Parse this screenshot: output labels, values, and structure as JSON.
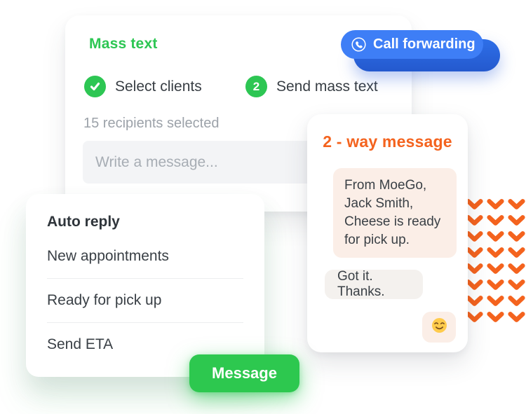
{
  "colors": {
    "brand_green": "#2DC653",
    "button_green": "#2DC84F",
    "accent_orange": "#F4631E",
    "accent_blue": "#3E7EF6",
    "accent_blue_dark": "#2A67DF",
    "bubble_peach": "#FBEEE7",
    "bubble_gray": "#F4F1EE",
    "input_gray": "#F3F4F6"
  },
  "mass_text_card": {
    "title": "Mass text",
    "steps": [
      {
        "indicator": "✓",
        "label": "Select clients"
      },
      {
        "indicator": "2",
        "label": "Send mass text"
      }
    ],
    "recipients_status": "15 recipients selected",
    "message_input_placeholder": "Write a message..."
  },
  "call_forwarding": {
    "label": "Call forwarding",
    "icon": "phone-circle-icon"
  },
  "two_way_message_card": {
    "title": "2 - way message",
    "messages": [
      {
        "type": "incoming",
        "text": "From MoeGo,\nJack Smith,\nCheese is ready\nfor pick up."
      },
      {
        "type": "reply",
        "text": "Got it. Thanks."
      },
      {
        "type": "emoji",
        "text": "😊"
      }
    ]
  },
  "auto_reply_card": {
    "title": "Auto reply",
    "items": [
      "New appointments",
      "Ready for pick up",
      "Send ETA"
    ]
  },
  "message_button": {
    "label": "Message"
  },
  "decor": {
    "chevron_columns": 3,
    "chevron_rows": 8,
    "chevron_color": "#F4631E"
  }
}
